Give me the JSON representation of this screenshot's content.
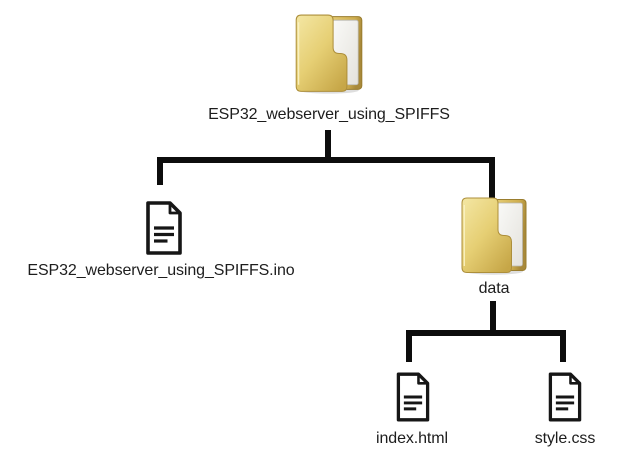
{
  "tree": {
    "root": {
      "label": "ESP32_webserver_using_SPIFFS",
      "type": "folder",
      "icon": "folder-icon"
    },
    "children": [
      {
        "label": "ESP32_webserver_using_SPIFFS.ino",
        "type": "file",
        "icon": "document-icon"
      },
      {
        "label": "data",
        "type": "folder",
        "icon": "folder-icon",
        "children": [
          {
            "label": "index.html",
            "type": "file",
            "icon": "document-icon"
          },
          {
            "label": "style.css",
            "type": "file",
            "icon": "document-icon"
          }
        ]
      }
    ]
  },
  "colors": {
    "background": "#ffffff",
    "connector": "#0d0d0d",
    "text": "#1d1d1d",
    "document_outline": "#161616",
    "folder_gold_light": "#f4e7a4",
    "folder_gold_mid": "#e6cf74",
    "folder_gold_dark": "#c6a647",
    "folder_edge": "#ad8f3b",
    "paper_white": "#fafaf8"
  }
}
